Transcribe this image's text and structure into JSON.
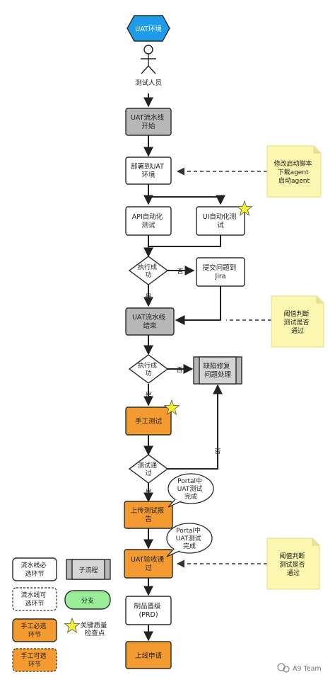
{
  "diagram": {
    "start": {
      "label": "UAT环境"
    },
    "actor": {
      "label": "测试人员"
    },
    "nodes": {
      "pipeline_start": [
        "UAT流水线",
        "开始"
      ],
      "deploy": [
        "部署到UAT",
        "环境"
      ],
      "api_test": [
        "API自动化",
        "测试"
      ],
      "ui_test": [
        "UI自动化测",
        "试"
      ],
      "decision1": [
        "执行成",
        "功"
      ],
      "jira": [
        "提交问题到",
        "Jira"
      ],
      "pipeline_end": [
        "UAT流水线",
        "结束"
      ],
      "decision2": [
        "执行成",
        "功"
      ],
      "defect_fix": [
        "缺陷修复",
        "问题处理"
      ],
      "manual_test": [
        "手工测试"
      ],
      "decision3": [
        "测试通",
        "过"
      ],
      "upload_report": [
        "上传测试报",
        "告"
      ],
      "uat_accept": [
        "UAT验收通",
        "过"
      ],
      "artifact": [
        "制品晋级",
        "(PRD)"
      ],
      "release": [
        "上线申请"
      ]
    },
    "edge_labels": {
      "d1_no": "否",
      "d1_yes": "是",
      "d2_no": "否",
      "d2_yes": "是",
      "d3_no": "否",
      "d3_yes": "是"
    },
    "notes": {
      "note1": [
        "修改启动脚本",
        "下载agent",
        "启动agent"
      ],
      "note2": [
        "阈值判断",
        "测试是否",
        "通过"
      ],
      "note3": [
        "阈值判断",
        "测试是否",
        "通过"
      ]
    },
    "callouts": {
      "callout1": [
        "Portal中",
        "UAT测试",
        "完成"
      ],
      "callout2": [
        "Portal中",
        "UAT测试",
        "完成"
      ]
    }
  },
  "legend": {
    "required": [
      "流水线必",
      "选环节"
    ],
    "optional": [
      "流水线可",
      "选环节"
    ],
    "manual_required": [
      "手工必选",
      "环节"
    ],
    "manual_optional": [
      "手工可选",
      "环节"
    ],
    "subprocess": "子流程",
    "branch": "分支",
    "key_point": [
      "关键质量",
      "检查点"
    ]
  },
  "watermark": "A9 Team",
  "colors": {
    "start_blue": "#1f9ce8",
    "gray": "#b7b7b7",
    "orange": "#f39a30",
    "note_yellow": "#fbf7b0",
    "branch_green": "#98ee98",
    "star_yellow": "#f4f03a"
  }
}
